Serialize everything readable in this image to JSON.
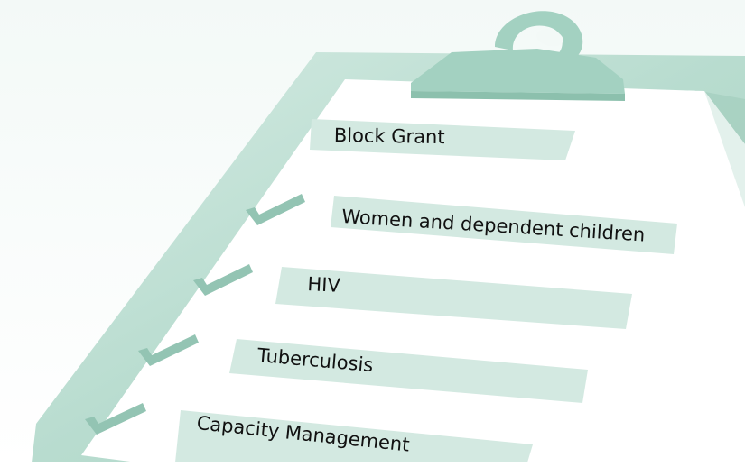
{
  "checklist": {
    "items": [
      {
        "label": "Block Grant",
        "checked": false
      },
      {
        "label": "Women and dependent children",
        "checked": true
      },
      {
        "label": "HIV",
        "checked": true
      },
      {
        "label": "Tuberculosis",
        "checked": true
      },
      {
        "label": "Capacity Management",
        "checked": true
      }
    ]
  },
  "colors": {
    "board": "#b8dccf",
    "board_shadow": "#8fc2ad",
    "paper": "#ffffff",
    "item_bar": "#d3e9e1",
    "checkmark": "#93c4b3",
    "clip": "#a3d1c1"
  }
}
